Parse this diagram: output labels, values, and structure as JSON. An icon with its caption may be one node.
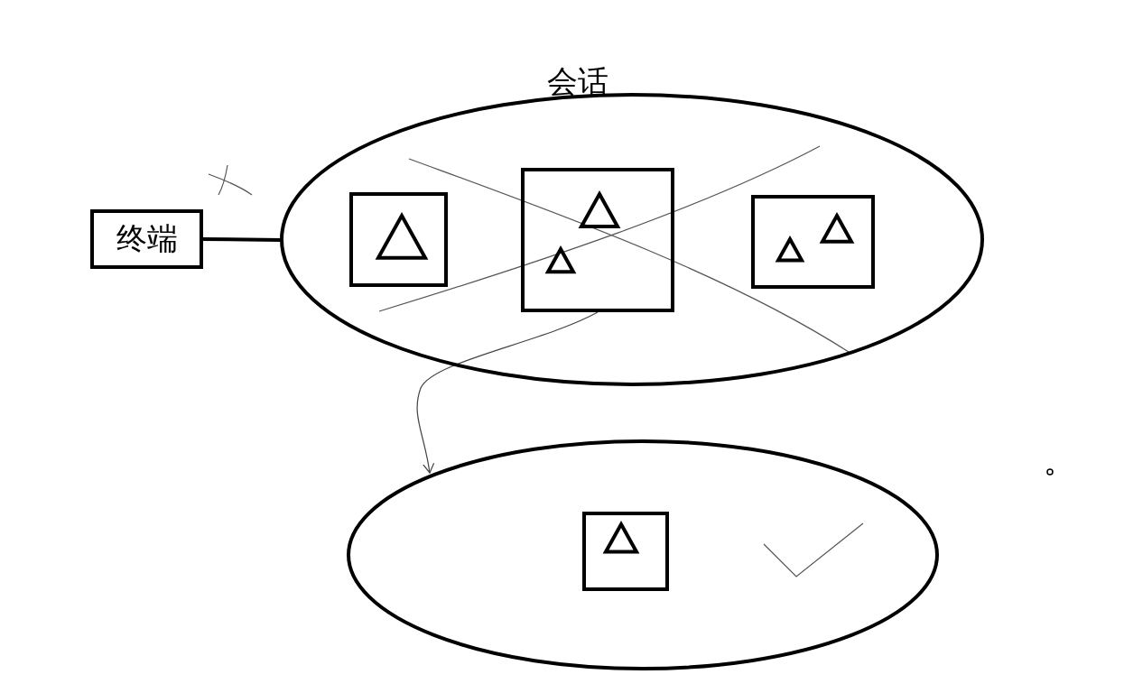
{
  "diagram": {
    "nodes": [
      {
        "text": [
          "终端"
        ]
      },
      {
        "text": [
          "会话"
        ]
      },
      {
        "text": [],
        "shape": "box",
        "in": 1
      },
      {
        "text": [],
        "shape": "box",
        "in": 1
      },
      {
        "text": [],
        "shape": "box",
        "in": 1
      },
      {
        "text": [],
        "shape": "ellipse"
      },
      {
        "text": [],
        "shape": "box",
        "in": 5
      }
    ],
    "edges": [
      {
        "from": 0,
        "to": 1,
        "arrow": "none",
        "style": "thick"
      },
      {
        "from": 3,
        "to": 5,
        "arrow": "to"
      }
    ]
  }
}
